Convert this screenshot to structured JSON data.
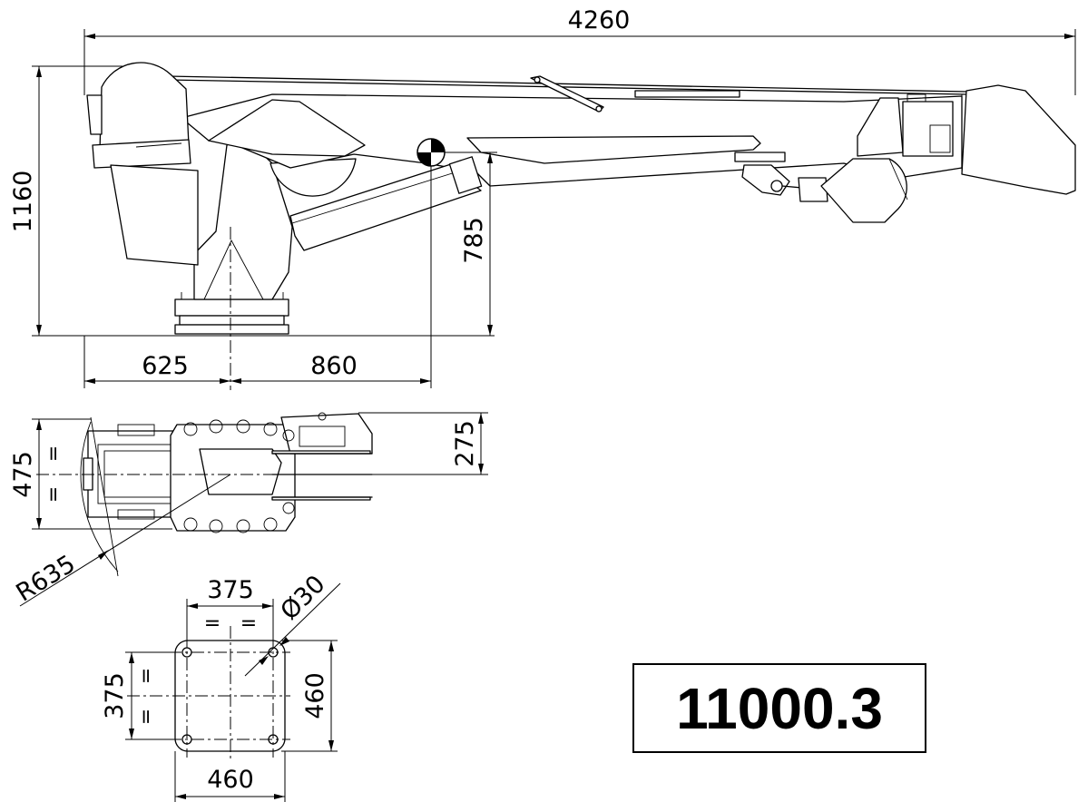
{
  "dimensions": {
    "overall_length": "4260",
    "overall_height": "1160",
    "pivot_height": "785",
    "rear_offset": "625",
    "front_offset": "860",
    "width_half": "275",
    "width": "475",
    "radius": "R635",
    "bolt_spacing": "375",
    "bolt_spacing_vertical": "375",
    "bolt_hole": "Ø30",
    "plate_height": "460",
    "plate_width": "460",
    "equal_sign": "="
  },
  "model_code": "11000.3"
}
